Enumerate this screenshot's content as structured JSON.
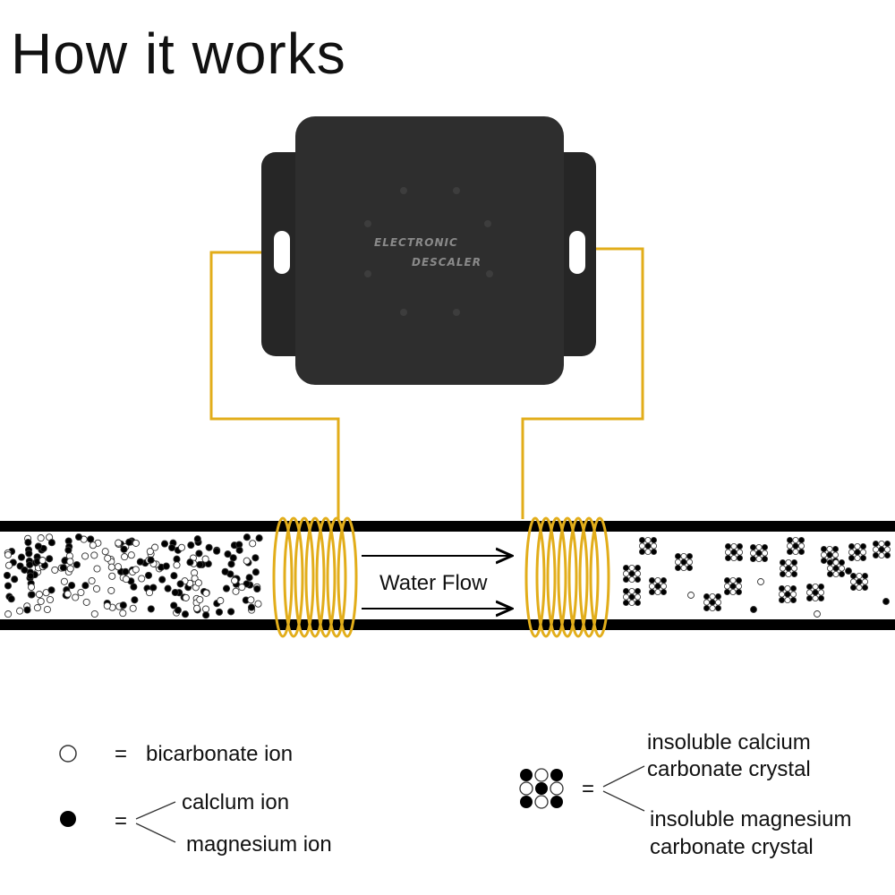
{
  "title": "How it works",
  "device": {
    "line1": "ELECTRONIC",
    "line2": "DESCALER"
  },
  "flow": {
    "label": "Water Flow"
  },
  "legend": {
    "bicarbonate": {
      "symbol": "=",
      "text": "bicarbonate ion"
    },
    "calcium_magnesium": {
      "symbol": "=",
      "text1": "calclum ion",
      "text2": "magnesium ion"
    },
    "crystal": {
      "symbol": "=",
      "text1a": "insoluble calcium",
      "text1b": "carbonate crystal",
      "text2a": "insoluble magnesium",
      "text2b": "carbonate crystal"
    }
  },
  "colors": {
    "wire": "#e2ad1a",
    "device": "#2b2b2b",
    "pipe": "#000000"
  }
}
